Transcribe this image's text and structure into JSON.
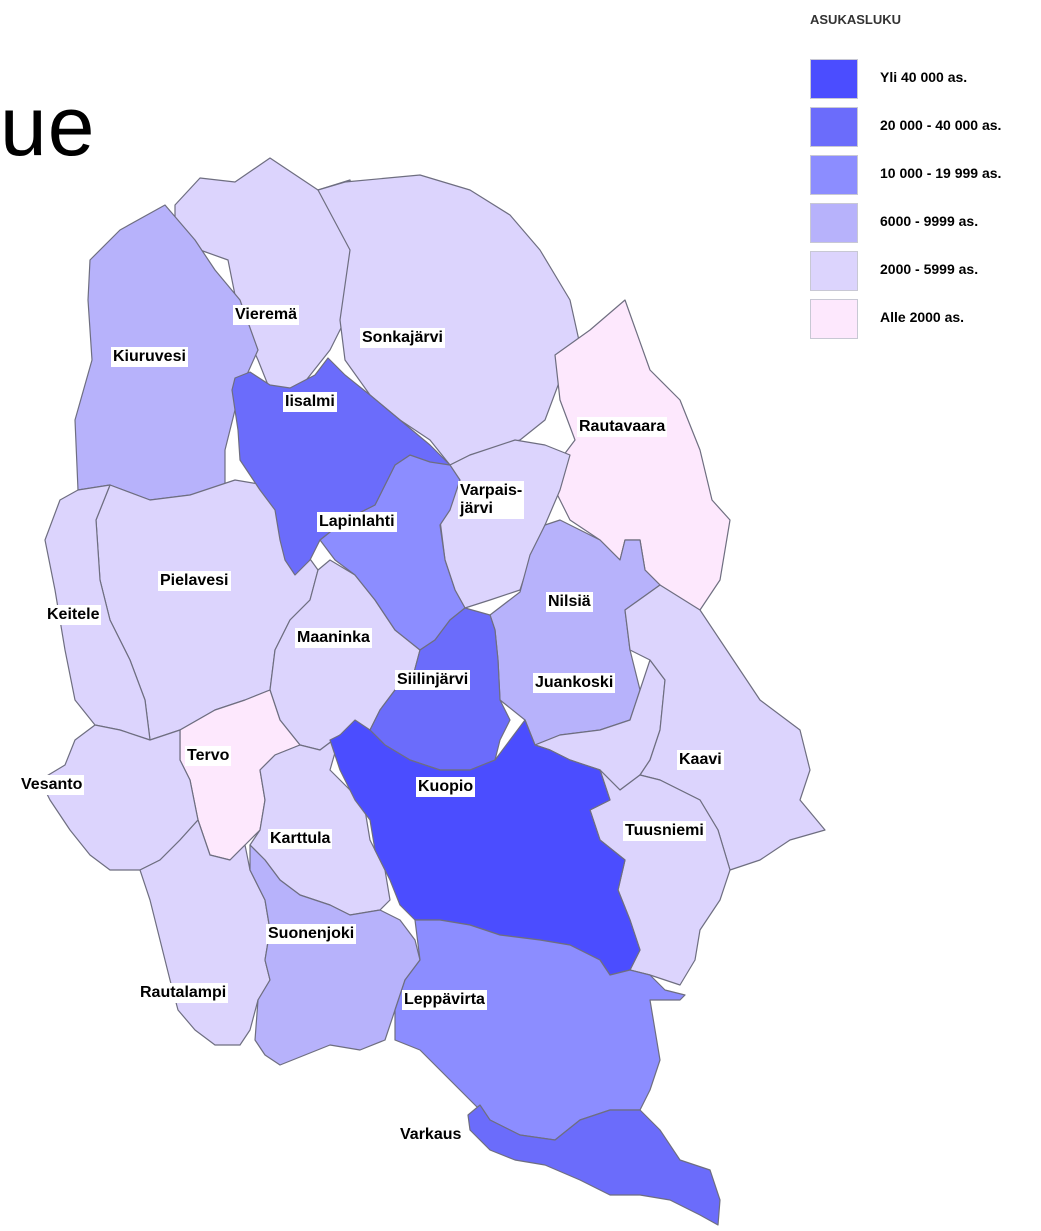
{
  "heading": "ue",
  "legend": {
    "title": "ASUKASLUKU",
    "classes": [
      {
        "label": "Yli 40 000 as.",
        "color": "#4b4dff"
      },
      {
        "label": "20 000 - 40 000 as.",
        "color": "#6b6cfb"
      },
      {
        "label": "10 000 - 19 999 as.",
        "color": "#8c8dff"
      },
      {
        "label": "6000 - 9999 as.",
        "color": "#b7b2fb"
      },
      {
        "label": "2000 - 5999 as.",
        "color": "#dcd4fd"
      },
      {
        "label": "Alle 2000 as.",
        "color": "#fde8fd"
      }
    ]
  },
  "municipalities": [
    {
      "name": "Vieremä",
      "class": 4
    },
    {
      "name": "Sonkajärvi",
      "class": 4
    },
    {
      "name": "Kiuruvesi",
      "class": 3
    },
    {
      "name": "Iisalmi",
      "class": 1
    },
    {
      "name": "Rautavaara",
      "class": 5
    },
    {
      "name": "Varpais-\njärvi",
      "class": 4
    },
    {
      "name": "Lapinlahti",
      "class": 2
    },
    {
      "name": "Pielavesi",
      "class": 4
    },
    {
      "name": "Keitele",
      "class": 4
    },
    {
      "name": "Nilsiä",
      "class": 3
    },
    {
      "name": "Maaninka",
      "class": 4
    },
    {
      "name": "Siilinjärvi",
      "class": 1
    },
    {
      "name": "Juankoski",
      "class": 4
    },
    {
      "name": "Tervo",
      "class": 5
    },
    {
      "name": "Kaavi",
      "class": 4
    },
    {
      "name": "Vesanto",
      "class": 4
    },
    {
      "name": "Kuopio",
      "class": 0
    },
    {
      "name": "Tuusniemi",
      "class": 4
    },
    {
      "name": "Karttula",
      "class": 4
    },
    {
      "name": "Suonenjoki",
      "class": 3
    },
    {
      "name": "Rautalampi",
      "class": 4
    },
    {
      "name": "Leppävirta",
      "class": 2
    },
    {
      "name": "Varkaus",
      "class": 1
    }
  ]
}
